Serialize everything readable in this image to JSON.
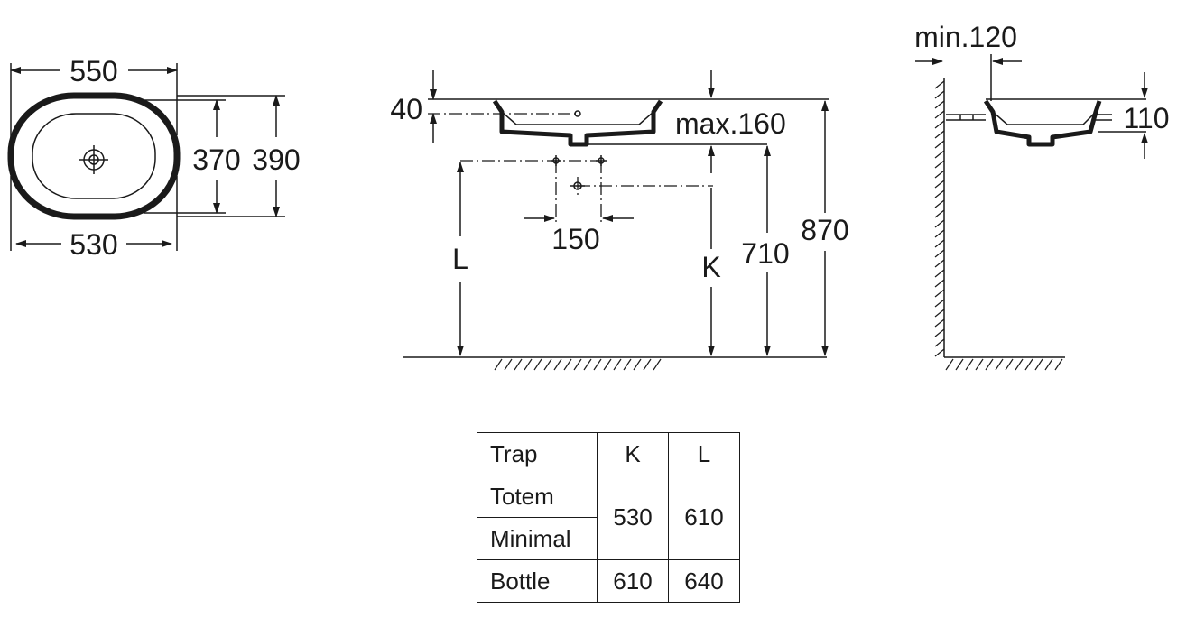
{
  "top_view": {
    "dim_outer_width": "550",
    "dim_inner_width": "530",
    "dim_inner_depth": "370",
    "dim_outer_depth": "390"
  },
  "front_view": {
    "dim_rim": "40",
    "dim_max": "max.160",
    "dim_tap_spacing": "150",
    "label_l": "L",
    "label_k": "K",
    "dim_710": "710",
    "dim_870": "870"
  },
  "side_view": {
    "dim_min": "min.120",
    "dim_height": "110"
  },
  "trap_table": {
    "header": [
      "Trap",
      "K",
      "L"
    ],
    "rows": [
      {
        "name": "Totem",
        "k": "530",
        "l": "610"
      },
      {
        "name": "Minimal"
      },
      {
        "name": "Bottle",
        "k": "610",
        "l": "640"
      }
    ]
  }
}
